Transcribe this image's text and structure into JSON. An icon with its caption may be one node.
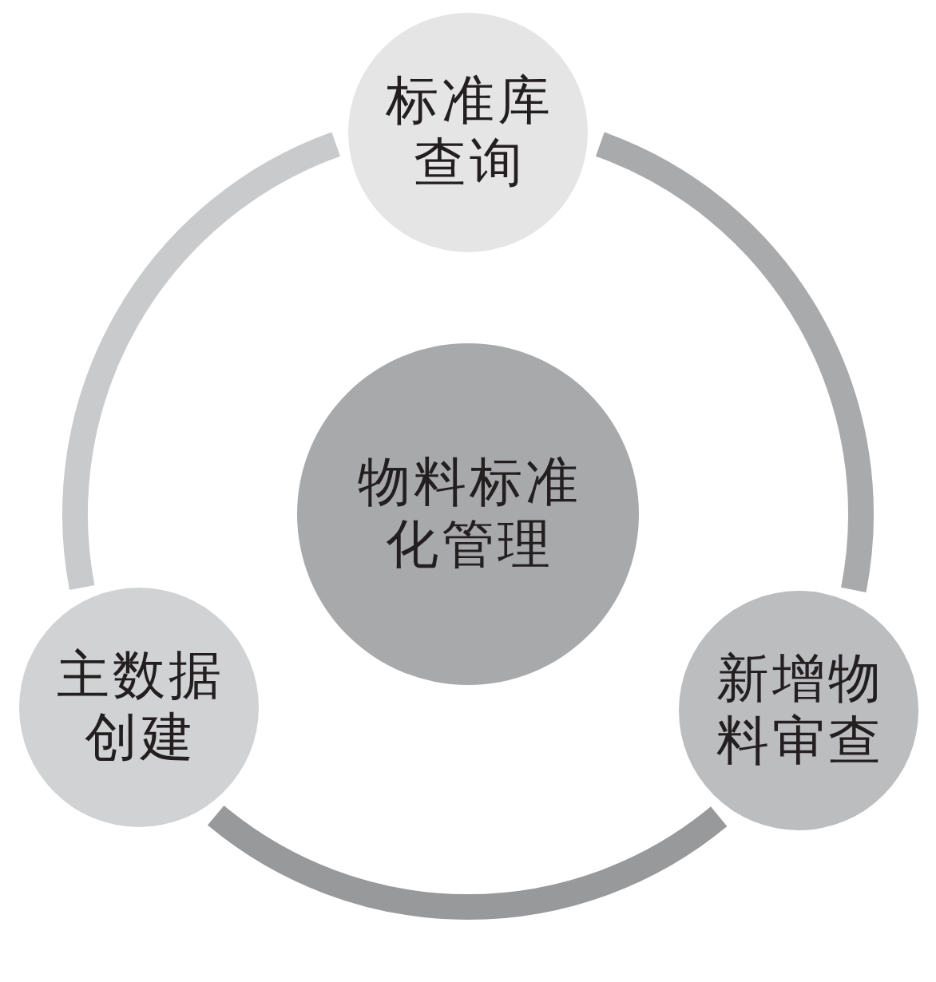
{
  "diagram": {
    "nodes": [
      {
        "text": [
          "标准库查询"
        ]
      },
      {
        "text": [
          "物料标准化管理"
        ]
      },
      {
        "text": [
          "主数据创建"
        ]
      },
      {
        "text": [
          "新增物料审查"
        ]
      }
    ],
    "edges": [
      {
        "from": 0,
        "to": 3,
        "arrow": "none",
        "color": "#a9aaac"
      },
      {
        "from": 3,
        "to": 2,
        "arrow": "none",
        "color": "#98999b"
      },
      {
        "from": 2,
        "to": 0,
        "arrow": "none",
        "color": "#c9cacb"
      }
    ]
  }
}
